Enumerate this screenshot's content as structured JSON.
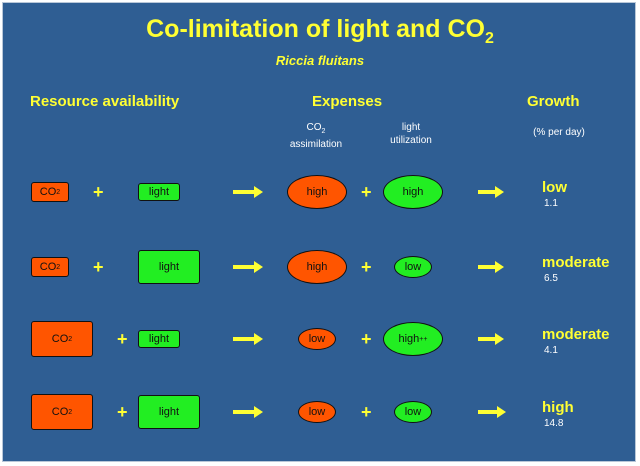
{
  "title": {
    "main": "Co-limitation of light and CO",
    "sub": "2"
  },
  "subtitle": "Riccia fluitans",
  "columns": {
    "resource": "Resource availability",
    "expenses": "Expenses",
    "growth": "Growth",
    "co2_assim_line1": "CO",
    "co2_assim_sub": "2",
    "co2_assim_line2": "assimilation",
    "light_util_line1": "light",
    "light_util_line2": "utilization",
    "growth_unit": "(% per day)"
  },
  "labels": {
    "co2": "CO",
    "co2_sub": "2",
    "light": "light",
    "plus": "+"
  },
  "rows": [
    {
      "co2_size": "small",
      "light_size": "small",
      "co2_expense": "high",
      "light_expense": "high",
      "light_expense_mark": "",
      "growth_level": "low",
      "growth_rate": "1.1"
    },
    {
      "co2_size": "small",
      "light_size": "large",
      "co2_expense": "high",
      "light_expense": "low",
      "light_expense_mark": "",
      "growth_level": "moderate",
      "growth_rate": "6.5"
    },
    {
      "co2_size": "large",
      "light_size": "small",
      "co2_expense": "low",
      "light_expense": "high",
      "light_expense_mark": "++",
      "growth_level": "moderate",
      "growth_rate": "4.1"
    },
    {
      "co2_size": "large",
      "light_size": "large",
      "co2_expense": "low",
      "light_expense": "low",
      "light_expense_mark": "",
      "growth_level": "high",
      "growth_rate": "14.8"
    }
  ],
  "colors": {
    "background": "#2f5e93",
    "co2": "#ff5500",
    "light": "#22ee22",
    "text_accent": "#ffff33"
  }
}
